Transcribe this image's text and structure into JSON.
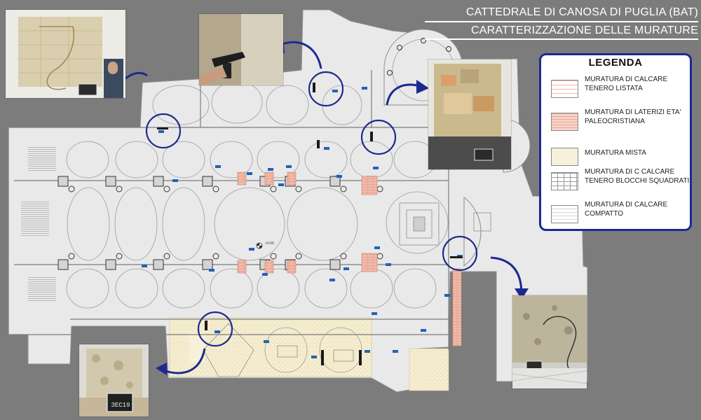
{
  "header": {
    "title": "CATTEDRALE DI CANOSA DI PUGLIA (BAT)",
    "subtitle": "CARATTERIZZAZIONE DELLE MURATURE"
  },
  "legend": {
    "title": "LEGENDA",
    "items": [
      {
        "label": "MURATURA DI CALCARE TENERO LISTATA",
        "pattern": "listata",
        "color": "#f3b7ad"
      },
      {
        "label": "MURATURA DI LATERIZI ETA' PALEOCRISTIANA",
        "pattern": "laterizi",
        "color": "#f1b6a3"
      },
      {
        "label": "MURATURA MISTA",
        "pattern": "mista",
        "color": "#f4eac9"
      },
      {
        "label": "MURATURA DI C CALCARE TENERO BLOCCHI SQUADRATI",
        "pattern": "blocchi",
        "color": "#9a9a9a"
      },
      {
        "label": "MURATURA DI CALCARE COMPATTO",
        "pattern": "compatto",
        "color": "#b9b9b9"
      }
    ]
  },
  "plan": {
    "elevation_label": "+0.00"
  },
  "photos": [
    {
      "name": "photo-top-left",
      "subject": "wall-probe",
      "color": "#d9cfae"
    },
    {
      "name": "photo-top-center",
      "subject": "drill",
      "color": "#b3a78e"
    },
    {
      "name": "photo-right-upper",
      "subject": "wall-patch",
      "color": "#cbb98e"
    },
    {
      "name": "photo-right-lower",
      "subject": "wall-probe",
      "color": "#bdb49c"
    },
    {
      "name": "photo-bottom-left",
      "subject": "wall-tag",
      "color": "#d2c8ae"
    }
  ],
  "photo_tag": {
    "text": "3EC19"
  },
  "colors": {
    "background": "#7c7c7c",
    "plan_fill": "#e9e9e9",
    "plan_line": "#8d8d8d",
    "marker": "#1c2a8f",
    "tag": "#1f63b7",
    "brick": "#f2b9a8",
    "mixed": "#f5edd0"
  }
}
